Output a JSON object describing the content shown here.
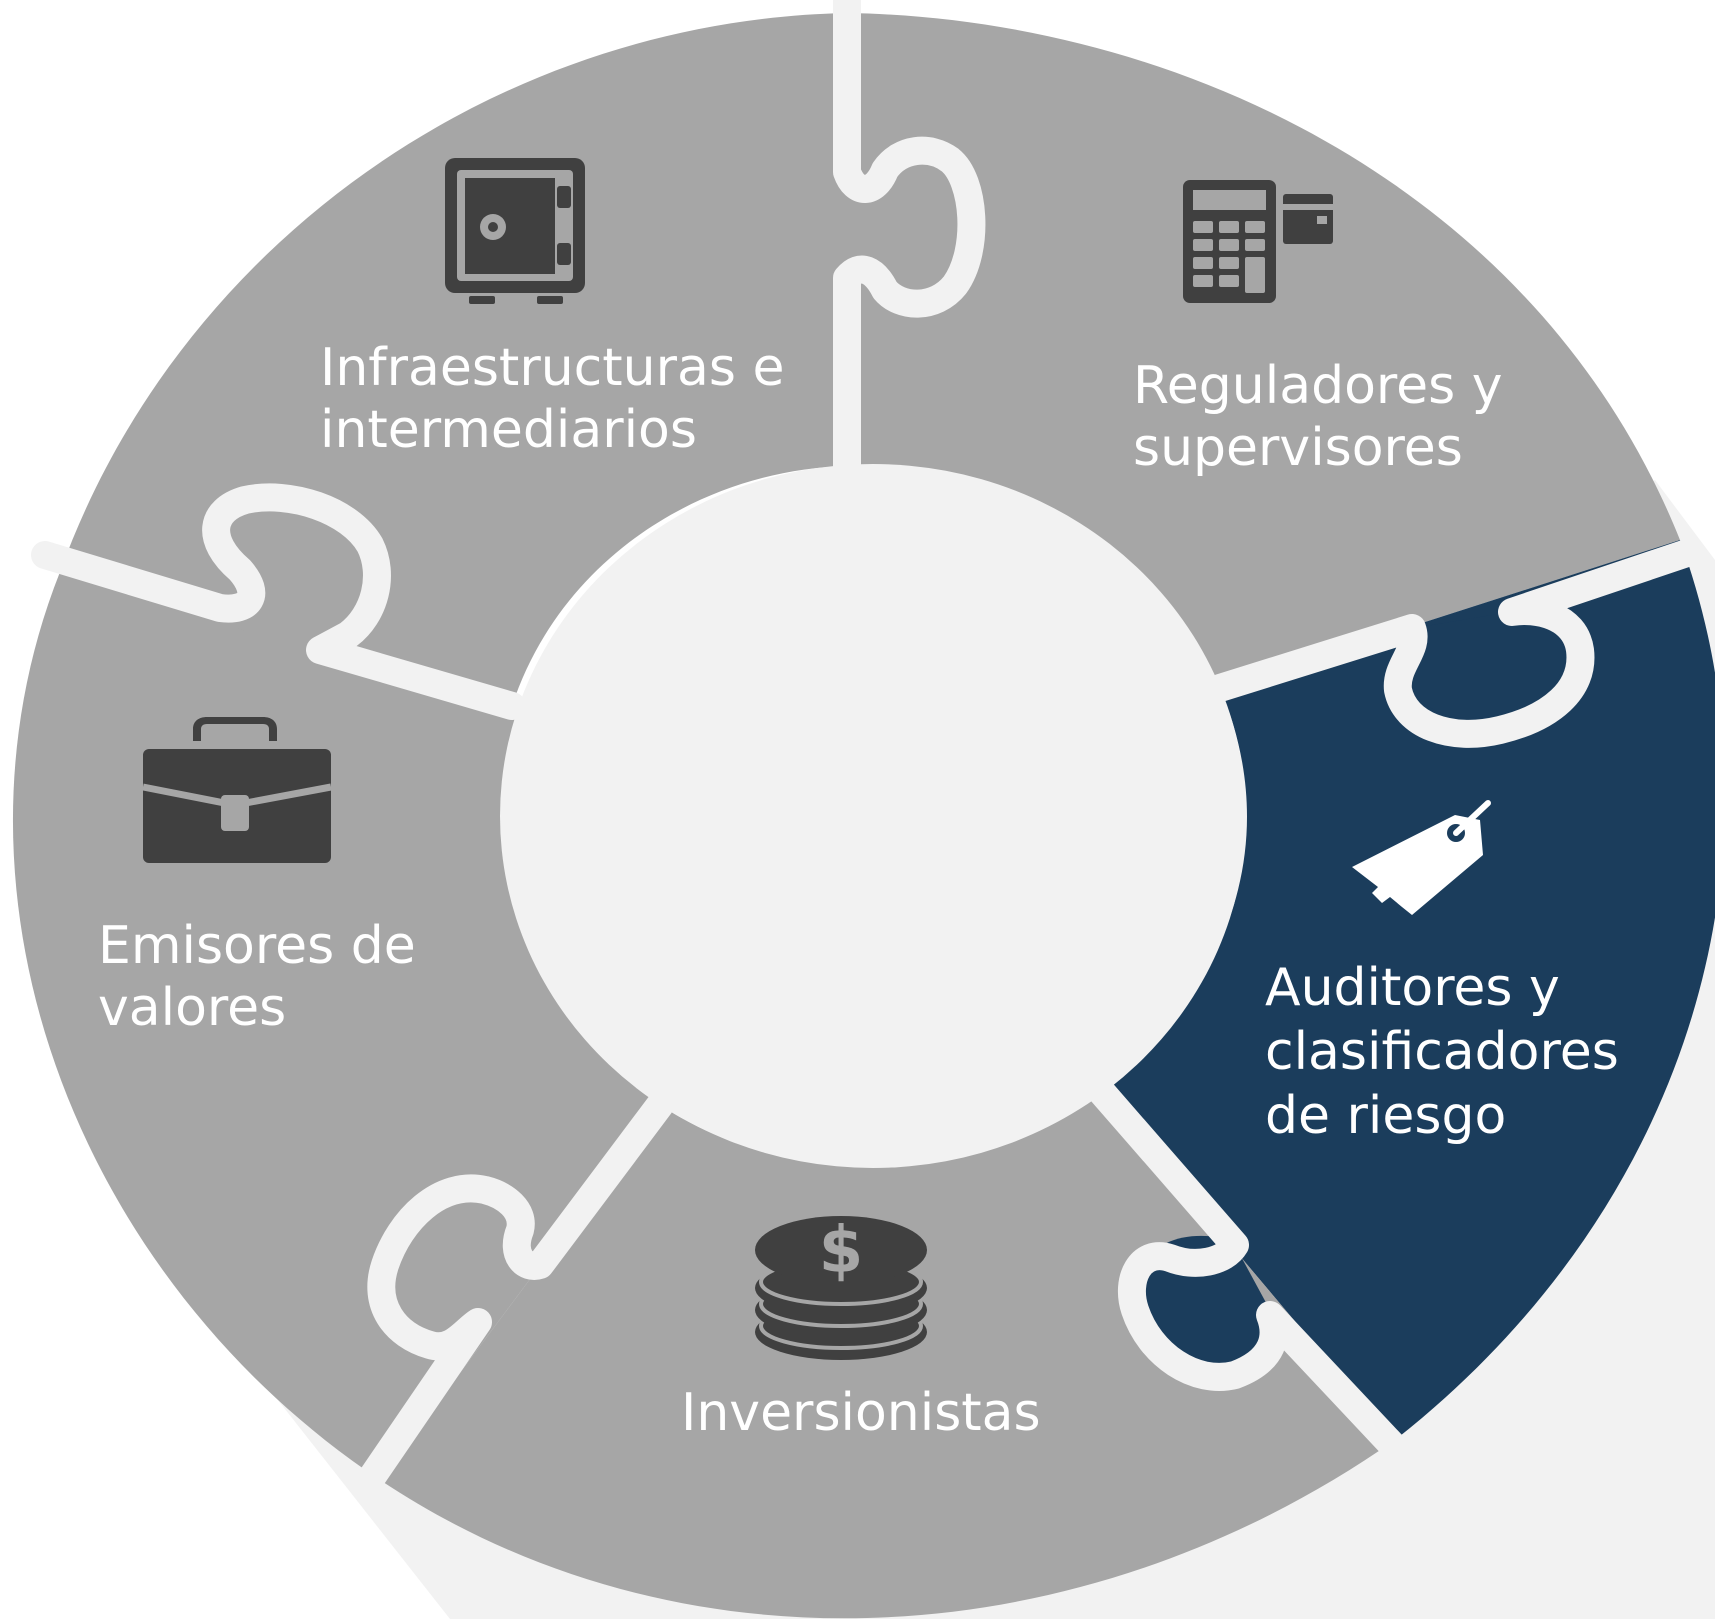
{
  "colors": {
    "background": "#ffffff",
    "shadow": "#f2f2f2",
    "segment": "#a6a6a6",
    "highlight": "#1b3d5c",
    "gap": "#f2f2f2",
    "center": "#f2f2f2",
    "icon_dark": "#404040",
    "icon_light": "#ffffff",
    "label": "#ffffff"
  },
  "segments": [
    {
      "id": "infraestructuras",
      "lines": [
        "Infraestructuras e",
        "intermediarios"
      ],
      "icon": "safe-icon",
      "highlighted": false
    },
    {
      "id": "reguladores",
      "lines": [
        "Reguladores y",
        "supervisores"
      ],
      "icon": "calculator-card-icon",
      "highlighted": false
    },
    {
      "id": "auditores",
      "lines": [
        "Auditores y",
        "clasificadores",
        "de riesgo"
      ],
      "icon": "price-tag-icon",
      "highlighted": true
    },
    {
      "id": "inversionistas",
      "lines": [
        "Inversionistas"
      ],
      "icon": "coin-stack-icon",
      "highlighted": false
    },
    {
      "id": "emisores",
      "lines": [
        "Emisores de",
        "valores"
      ],
      "icon": "briefcase-icon",
      "highlighted": false
    }
  ]
}
